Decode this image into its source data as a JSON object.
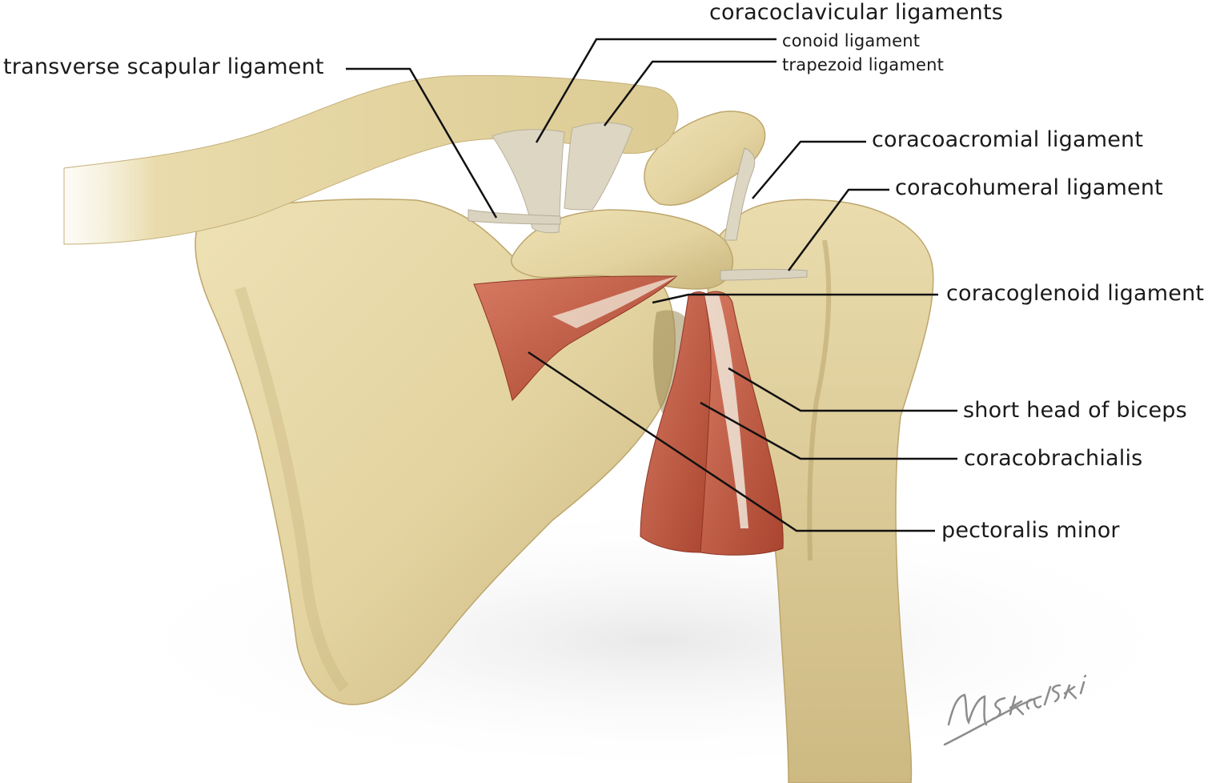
{
  "labels": {
    "coracoclavicular_ligaments": "coracoclavicular ligaments",
    "conoid_ligament": "conoid ligament",
    "trapezoid_ligament": "trapezoid ligament",
    "transverse_scapular_ligament": "transverse scapular ligament",
    "coracoacromial_ligament": "coracoacromial ligament",
    "coracohumeral_ligament": "coracohumeral ligament",
    "coracoglenoid_ligament": "coracoglenoid ligament",
    "short_head_of_biceps": "short head of biceps",
    "coracobrachialis": "coracobrachialis",
    "pectoralis_minor": "pectoralis minor"
  },
  "signature": "M. Skalski",
  "colors": {
    "bone": "#e3d3a0",
    "bone_shadow": "#c7b47a",
    "ligament": "#d9d3c0",
    "muscle": "#c8624a",
    "muscle_dark": "#a8432f",
    "leader_line": "#111111",
    "background": "#ffffff"
  }
}
